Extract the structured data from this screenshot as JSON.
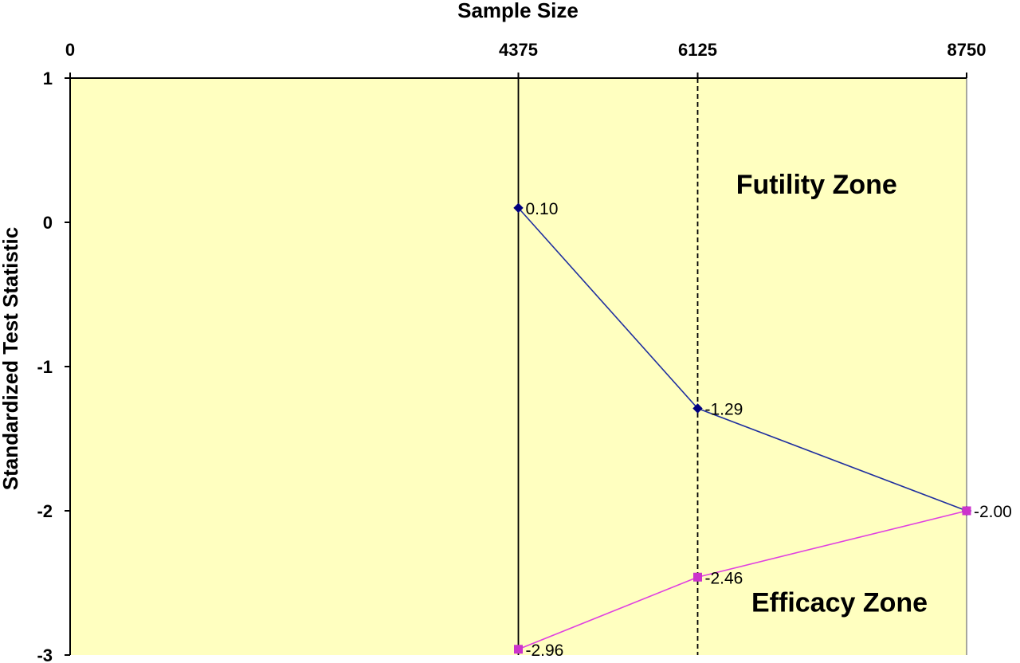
{
  "chart_data": {
    "type": "line",
    "xlabel": "Sample Size",
    "ylabel": "Standardized Test Statistic",
    "xlim": [
      0,
      8750
    ],
    "ylim": [
      -3,
      1
    ],
    "x_ticks": [
      0,
      4375,
      6125,
      8750
    ],
    "x_tick_labels": [
      "0",
      "4375",
      "6125",
      "8750"
    ],
    "y_ticks": [
      1,
      0,
      -1,
      -2,
      -3
    ],
    "y_tick_labels": [
      "1",
      "0",
      "-1",
      "-2",
      "-3"
    ],
    "x_axis_position": "top",
    "grid": false,
    "plot_background": "#FFFFC0",
    "vertical_lines": [
      {
        "x": 4375,
        "style": "solid",
        "color": "#000000"
      },
      {
        "x": 6125,
        "style": "dashed",
        "color": "#000000"
      }
    ],
    "series": [
      {
        "marker": "diamond",
        "color": "#1F2F9F",
        "marker_color": "#000080",
        "x": [
          4375,
          6125,
          8750
        ],
        "values": [
          0.1,
          -1.29,
          -2.0
        ],
        "labels": [
          "0.10",
          "-1.29",
          ""
        ]
      },
      {
        "marker": "square",
        "color": "#E040E0",
        "marker_color": "#CC33CC",
        "x": [
          4375,
          6125,
          8750
        ],
        "values": [
          -2.96,
          -2.46,
          -2.0
        ],
        "labels": [
          "-2.96",
          "-2.46",
          "-2.00"
        ]
      }
    ],
    "annotations": [
      {
        "text": "Futility Zone",
        "x": 6500,
        "y": 0.2
      },
      {
        "text": "Efficacy Zone",
        "x": 6650,
        "y": -2.7
      }
    ]
  }
}
